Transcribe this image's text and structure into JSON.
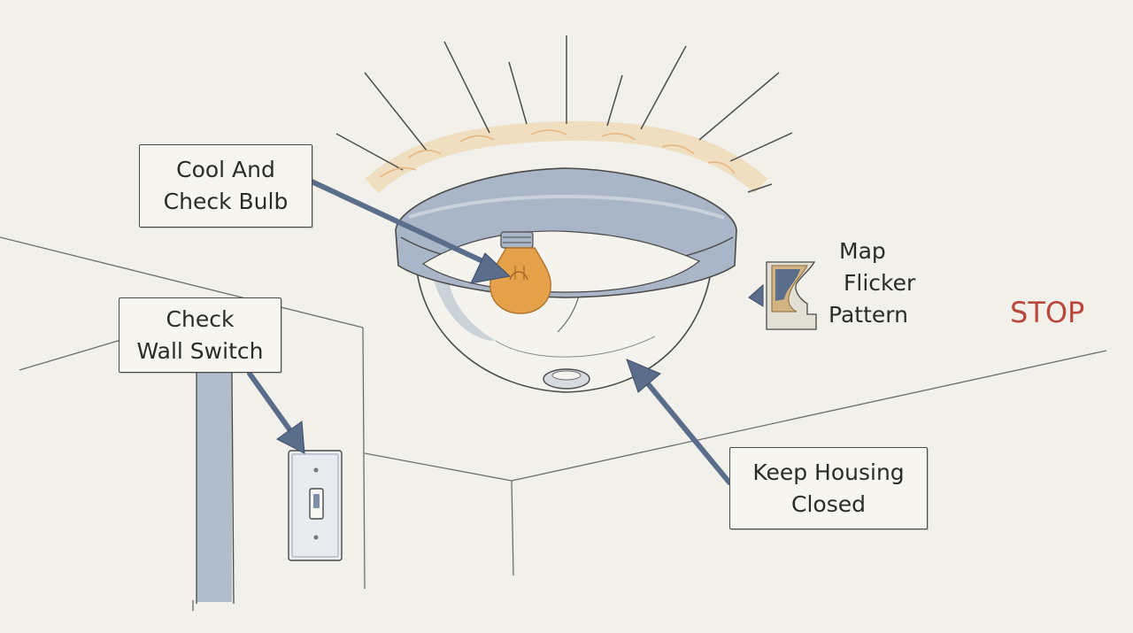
{
  "labels": {
    "check_bulb": [
      "Cool And",
      "Check Bulb"
    ],
    "wall_switch": [
      "Check",
      "Wall Switch"
    ],
    "housing": [
      "Keep Housing",
      "Closed"
    ],
    "flicker": [
      "Map",
      "Flicker",
      "Pattern"
    ],
    "stop": "STOP"
  },
  "colors": {
    "background": "#f1f0ea",
    "arrow": "#5a6e8c",
    "bulb": "#e6a24a",
    "housing_ring": "#a9b6c7",
    "stop": "#b8473c",
    "rays": "#f0c890"
  },
  "icons": {
    "bulb": "light-bulb-icon",
    "switch": "light-switch-icon",
    "flicker": "flicker-map-icon"
  }
}
